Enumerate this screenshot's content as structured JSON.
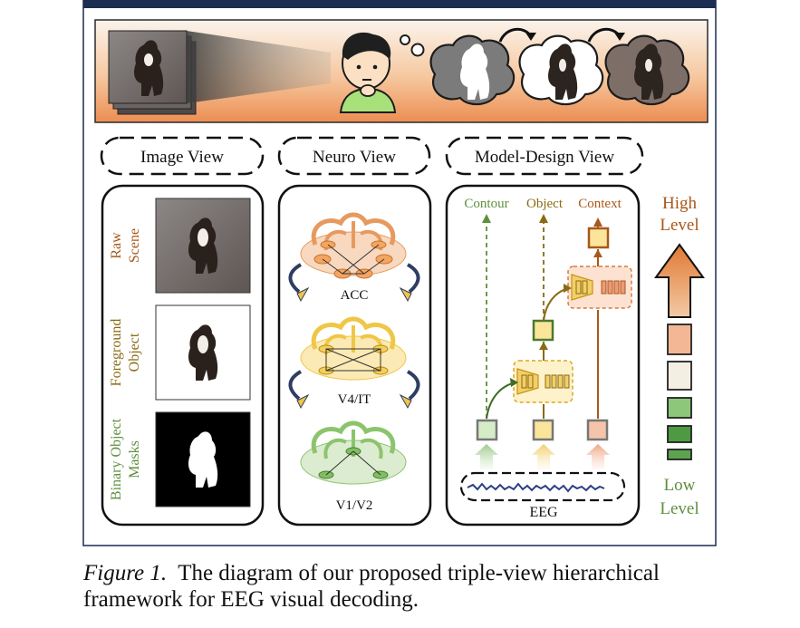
{
  "banner": {
    "title": "Triple-View Hierarchical EEG Visual Decoding Framework"
  },
  "views": {
    "image": {
      "label": "Image View",
      "rows": [
        "Raw Scene",
        "Foreground Object",
        "Binary Object Masks"
      ]
    },
    "neuro": {
      "label": "Neuro View",
      "regions": [
        "ACC",
        "V4/IT",
        "V1/V2"
      ]
    },
    "model": {
      "label": "Model-Design View",
      "outputs": [
        "Contour",
        "Object",
        "Context"
      ],
      "input": "EEG"
    }
  },
  "level_scale": {
    "high": "High Level",
    "low": "Low Level"
  },
  "caption": {
    "figure_label": "Figure 1.",
    "line1": "The diagram of our proposed triple-view hierarchical",
    "line2": "framework for EEG visual decoding."
  },
  "colors": {
    "low": "#5f8f3e",
    "mid": "#8a6a12",
    "high": "#a8581a",
    "banner_top": "#f6efe6",
    "banner_bottom": "#ef9a5a",
    "frame": "#1c2d52"
  }
}
